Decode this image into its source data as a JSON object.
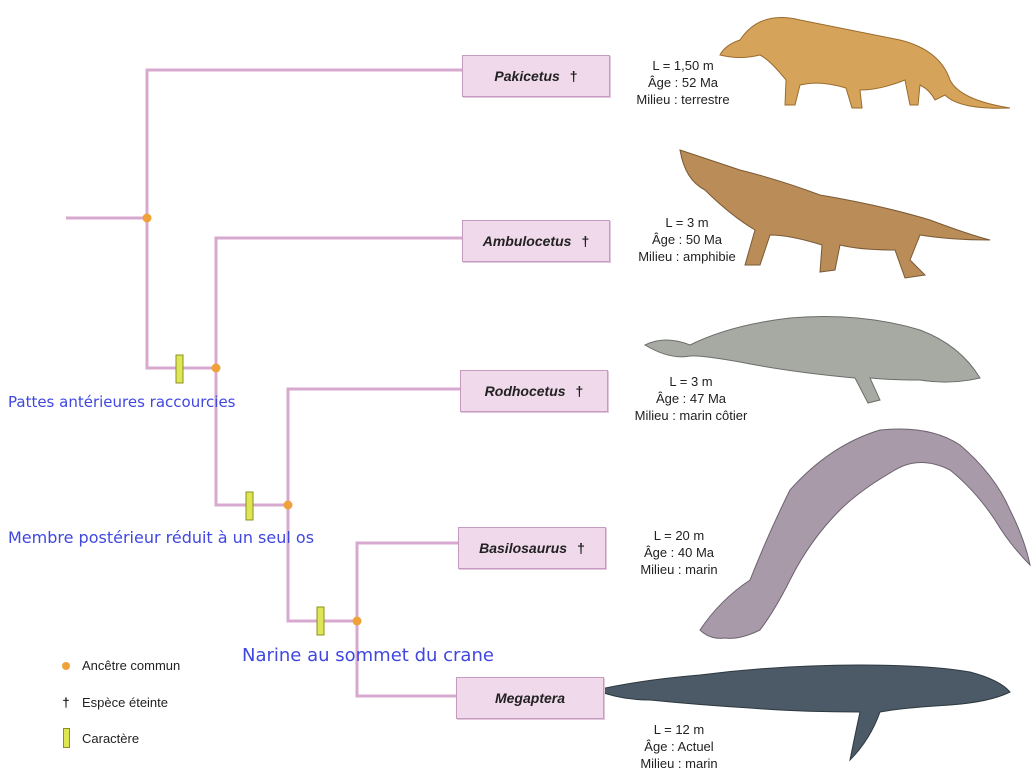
{
  "taxa": [
    {
      "name": "Pakicetus",
      "extinct_mark": "†",
      "length": "L = 1,50 m",
      "age": "Âge : 52 Ma",
      "habitat": "Milieu : terrestre",
      "animal_color": "#d6a35a"
    },
    {
      "name": "Ambulocetus",
      "extinct_mark": "†",
      "length": "L = 3 m",
      "age": "Âge : 50 Ma",
      "habitat": "Milieu : amphibie",
      "animal_color": "#b98c58"
    },
    {
      "name": "Rodhocetus",
      "extinct_mark": "†",
      "length": "L = 3 m",
      "age": "Âge : 47 Ma",
      "habitat": "Milieu : marin côtier",
      "animal_color": "#a7aaa3"
    },
    {
      "name": "Basilosaurus",
      "extinct_mark": "†",
      "length": "L = 20 m",
      "age": "Âge : 40 Ma",
      "habitat": "Milieu : marin",
      "animal_color": "#a89aa8"
    },
    {
      "name": "Megaptera",
      "extinct_mark": "",
      "length": "L = 12 m",
      "age": "Âge : Actuel",
      "habitat": "Milieu : marin",
      "animal_color": "#4b5a66"
    }
  ],
  "characters": [
    {
      "label": "Pattes antérieures raccourcies"
    },
    {
      "label": "Membre postérieur réduit à un seul os"
    },
    {
      "label": "Narine au sommet du crane"
    }
  ],
  "legend": {
    "common_ancestor": "Ancêtre commun",
    "extinct_species": "Espèce éteinte",
    "extinct_symbol": "†",
    "character": "Caractère"
  },
  "colors": {
    "branch": "#d7a9cf",
    "node": "#f0a23a",
    "character_bar": "#dfe653",
    "box_fill": "#efd9ea",
    "label_blue": "#3f47e0"
  }
}
